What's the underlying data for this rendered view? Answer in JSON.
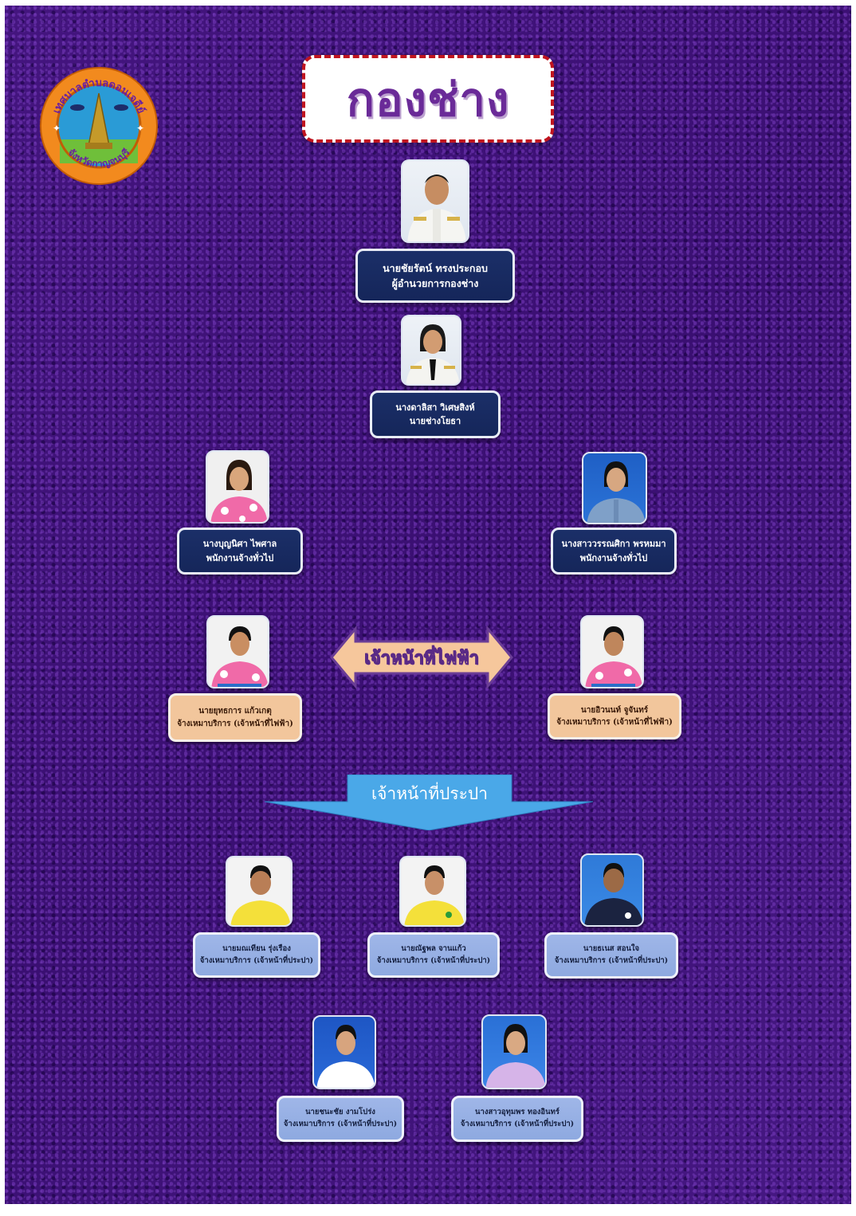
{
  "logo": {
    "ring_text_top": "เทศบาลตำบลดอนเจดีย์",
    "ring_text_bottom": "จังหวัดกาญจนบุรี",
    "icon": "chedi-emblem-icon"
  },
  "title": "กองช่าง",
  "director": {
    "name": "นายชัยรัตน์ ทรงประกอบ",
    "position": "ผู้อำนวยการกองช่าง"
  },
  "engineer": {
    "name": "นางดาลิสา วิเศษสิงห์",
    "position": "นายช่างโยธา"
  },
  "staff_left": {
    "name": "นางบุญนิศา ไพศาล",
    "position": "พนักงานจ้างทั่วไป"
  },
  "staff_right": {
    "name": "นางสาววรรณศิกา พรหมมา",
    "position": "พนักงานจ้างทั่วไป"
  },
  "electric_banner": "เจ้าหน้าที่ไฟฟ้า",
  "electric_left": {
    "name": "นายยุทธการ แก้วเกตุ",
    "position": "จ้างเหมาบริการ (เจ้าหน้าที่ไฟฟ้า)"
  },
  "electric_right": {
    "name": "นายอิวนนท์ จูจันทร์",
    "position": "จ้างเหมาบริการ (เจ้าหน้าที่ไฟฟ้า)"
  },
  "water_banner": "เจ้าหน้าที่ประปา",
  "water_staff": [
    {
      "name": "นายมณเทียน รุ่งเรือง",
      "position": "จ้างเหมาบริการ (เจ้าหน้าที่ประปา)"
    },
    {
      "name": "นายณัฐพล จานแก้ว",
      "position": "จ้างเหมาบริการ (เจ้าหน้าที่ประปา)"
    },
    {
      "name": "นายธเนส สอนใจ",
      "position": "จ้างเหมาบริการ (เจ้าหน้าที่ประปา)"
    },
    {
      "name": "นายชนะชัย งามโปร่ง",
      "position": "จ้างเหมาบริการ (เจ้าหน้าที่ประปา)"
    },
    {
      "name": "นางสาวอุทุมพร ทองอินทร์",
      "position": "จ้างเหมาบริการ (เจ้าหน้าที่ประปา)"
    }
  ],
  "colors": {
    "background": "#3b1175",
    "title_text": "#6a2a98",
    "title_border": "#c0141f",
    "navy_card": "#1b2f68",
    "peach_card": "#f2c69c",
    "light_blue_card": "#9fb6e8",
    "water_arrow": "#4aa8e8",
    "electric_arrow": "#f6c79c"
  }
}
